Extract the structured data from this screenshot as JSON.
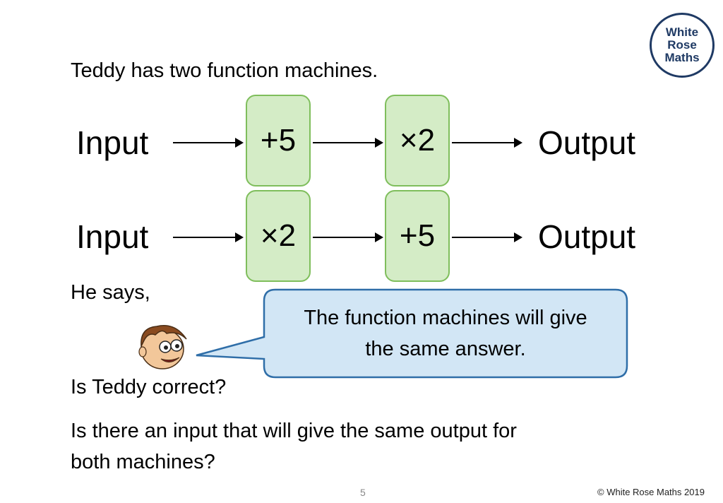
{
  "logo": {
    "line1": "White",
    "line2": "Rose",
    "line3": "Maths"
  },
  "intro": "Teddy has two function machines.",
  "machine1": {
    "input": "Input",
    "step1": "+5",
    "step2": "×2",
    "output": "Output"
  },
  "machine2": {
    "input": "Input",
    "step1": "×2",
    "step2": "+5",
    "output": "Output"
  },
  "he_says": "He says,",
  "speech": {
    "line1": "The function machines will give",
    "line2": "the same answer."
  },
  "question1": "Is Teddy correct?",
  "question2": {
    "line1": "Is there an input that will give the same output for",
    "line2": "both machines?"
  },
  "page_number": "5",
  "copyright": "© White Rose Maths 2019",
  "colors": {
    "box_fill": "#d4ecc6",
    "box_border": "#7fbe5c",
    "bubble_fill": "#d2e6f5",
    "bubble_border": "#2f6ea8",
    "logo": "#1f3a64"
  }
}
